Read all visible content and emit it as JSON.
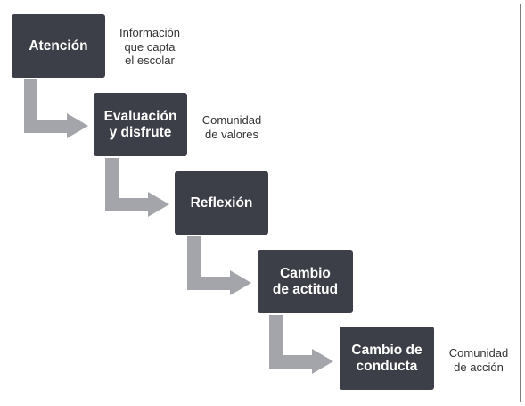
{
  "steps": [
    {
      "label": "Atención"
    },
    {
      "label": "Evaluación\ny disfrute"
    },
    {
      "label": "Reflexión"
    },
    {
      "label": "Cambio\nde actitud"
    },
    {
      "label": "Cambio de\nconducta"
    }
  ],
  "notes": [
    {
      "text": "Información\nque capta\nel escolar"
    },
    {
      "text": "Comunidad\nde valores"
    },
    {
      "text": "Comunidad\nde acción"
    }
  ],
  "colors": {
    "box": "#3d3f48",
    "arrow": "#a3a5aa",
    "frame": "#7a7d83"
  }
}
